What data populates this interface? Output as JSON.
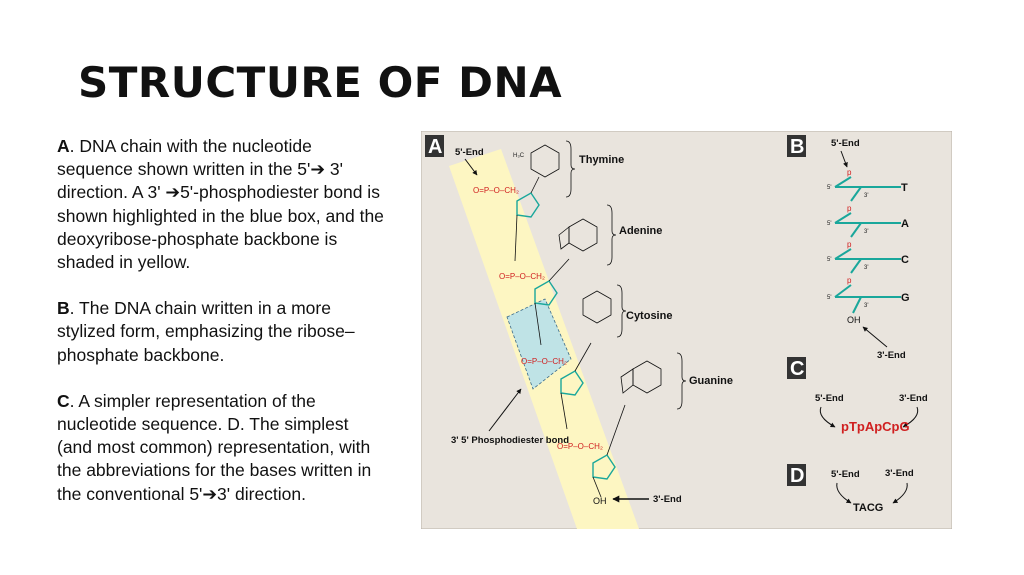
{
  "title": "STRUCTURE OF DNA",
  "description": {
    "a": {
      "letter": "A",
      "text": ". DNA chain with the nucleotide sequence shown written in the 5'➔ 3' direction. A 3' ➔5'-phosphodiester bond is shown highlighted in the blue box, and the deoxyribose-phosphate backbone is shaded in yellow."
    },
    "b": {
      "letter": "B",
      "text": ". The DNA chain written in a more stylized form, emphasizing the ribose– phosphate backbone."
    },
    "c": {
      "letter": "C",
      "text": ". A simpler representation of the nucleotide sequence. D. The simplest (and most common) representation, with the abbreviations for the bases written in the conventional 5'➔3' direction."
    }
  },
  "figure": {
    "colors": {
      "background": "#e9e4dd",
      "backbone": "#fdf6c2",
      "highlight": "#bfe3e6",
      "teal": "#1aa79b",
      "red": "#d02020",
      "panel_label": "#333333"
    },
    "panel_a": {
      "letter": "A",
      "five_end": "5'-End",
      "three_end": "3'-End",
      "bases": [
        "Thymine",
        "Adenine",
        "Cytosine",
        "Guanine"
      ],
      "bond_label": "3' 5' Phosphodiester bond",
      "oh": "OH",
      "methyl": "H₃C",
      "phosphate": "O=P–O–CH₂"
    },
    "panel_b": {
      "letter": "B",
      "five_end": "5'-End",
      "three_end": "3'-End",
      "phosphate": "p",
      "bases": [
        "T",
        "A",
        "C",
        "G"
      ],
      "oh": "OH",
      "prime5": "5'",
      "prime3": "3'"
    },
    "panel_c": {
      "letter": "C",
      "five_end": "5'-End",
      "three_end": "3'-End",
      "sequence": "pTpApCpG"
    },
    "panel_d": {
      "letter": "D",
      "five_end": "5'-End",
      "three_end": "3'-End",
      "sequence": "TACG"
    }
  }
}
